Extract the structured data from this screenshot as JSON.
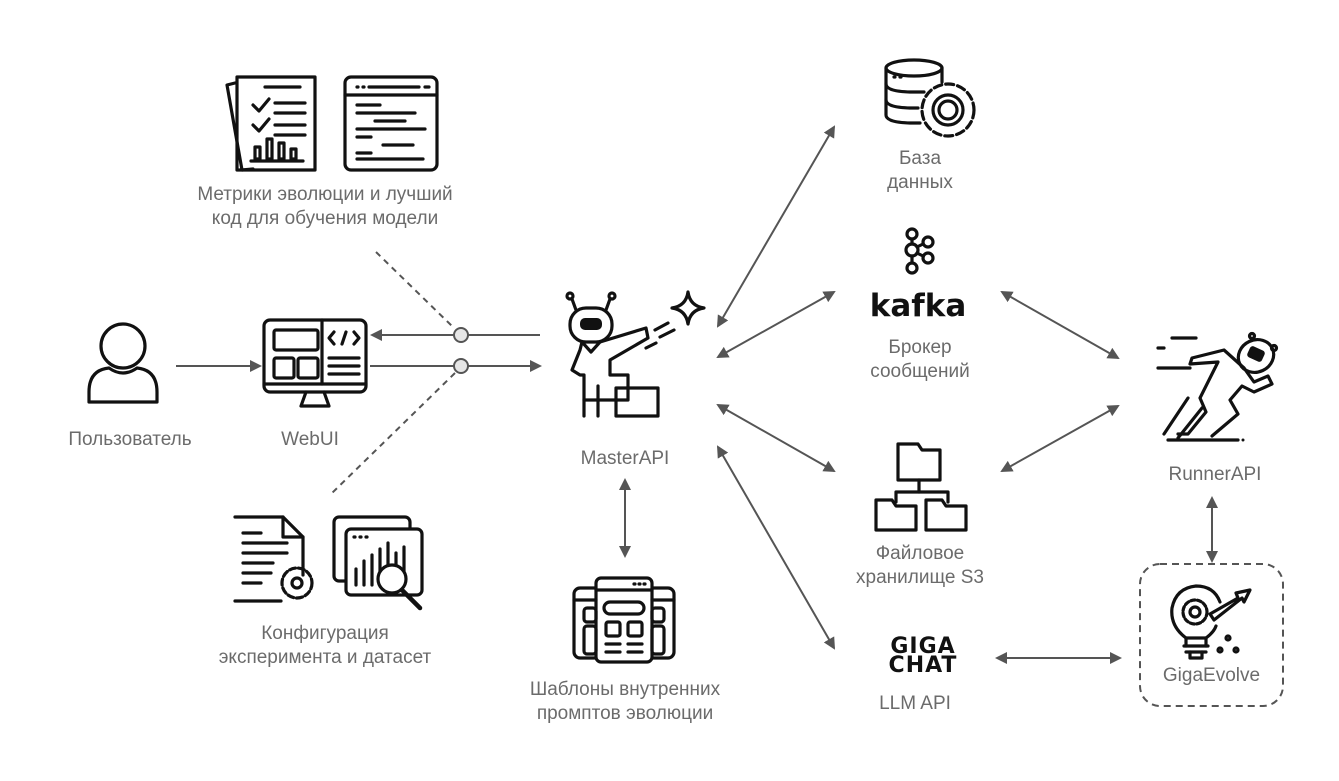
{
  "diagram": {
    "nodes": {
      "user": {
        "label": "Пользователь",
        "icon": "user-icon"
      },
      "webui": {
        "label": "WebUI",
        "icon": "monitor-code-icon"
      },
      "metrics": {
        "label": "Метрики эволюции и лучший\nкод для обучения модели",
        "icons": [
          "report-checklist-icon",
          "code-window-icon"
        ]
      },
      "config": {
        "label": "Конфигурация\nэксперимента и датасет",
        "icons": [
          "config-document-gear-icon",
          "dataset-analysis-icon"
        ]
      },
      "masterapi": {
        "label": "MasterAPI",
        "icon": "robot-pointing-star-icon"
      },
      "templates": {
        "label": "Шаблоны внутренних\nпромптов эволюции",
        "icon": "templates-windows-icon"
      },
      "database": {
        "label": "База\nданных",
        "icon": "database-gear-icon"
      },
      "kafka": {
        "label": "Брокер\nсообщений",
        "brand": "kafka",
        "icon": "kafka-logo-icon"
      },
      "s3": {
        "label": "Файловое\nхранилище S3",
        "icon": "folder-tree-icon"
      },
      "llm": {
        "label": "LLM API",
        "brand_lines": [
          "GIGA",
          "CHAT"
        ],
        "icon": "gigachat-logo-icon"
      },
      "runnerapi": {
        "label": "RunnerAPI",
        "icon": "robot-running-icon"
      },
      "gigaevolve": {
        "label": "GigaEvolve",
        "icon": "lightbulb-gear-arrow-icon"
      }
    },
    "edges": [
      {
        "from": "user",
        "to": "webui",
        "type": "one-way"
      },
      {
        "from": "masterapi",
        "to": "webui",
        "type": "one-way",
        "junction": "metrics"
      },
      {
        "from": "webui",
        "to": "masterapi",
        "type": "one-way",
        "junction": "config"
      },
      {
        "from": "masterapi",
        "to": "database",
        "type": "two-way"
      },
      {
        "from": "masterapi",
        "to": "kafka",
        "type": "two-way"
      },
      {
        "from": "masterapi",
        "to": "s3",
        "type": "two-way"
      },
      {
        "from": "masterapi",
        "to": "llm",
        "type": "two-way"
      },
      {
        "from": "masterapi",
        "to": "templates",
        "type": "two-way"
      },
      {
        "from": "kafka",
        "to": "runnerapi",
        "type": "two-way"
      },
      {
        "from": "s3",
        "to": "runnerapi",
        "type": "two-way"
      },
      {
        "from": "runnerapi",
        "to": "gigaevolve",
        "type": "two-way"
      },
      {
        "from": "llm",
        "to": "gigaevolve",
        "type": "two-way"
      }
    ],
    "colors": {
      "line": "#555555",
      "icon": "#111111",
      "label": "#6b6b6b",
      "junction_fill": "#e6e6e6"
    }
  }
}
